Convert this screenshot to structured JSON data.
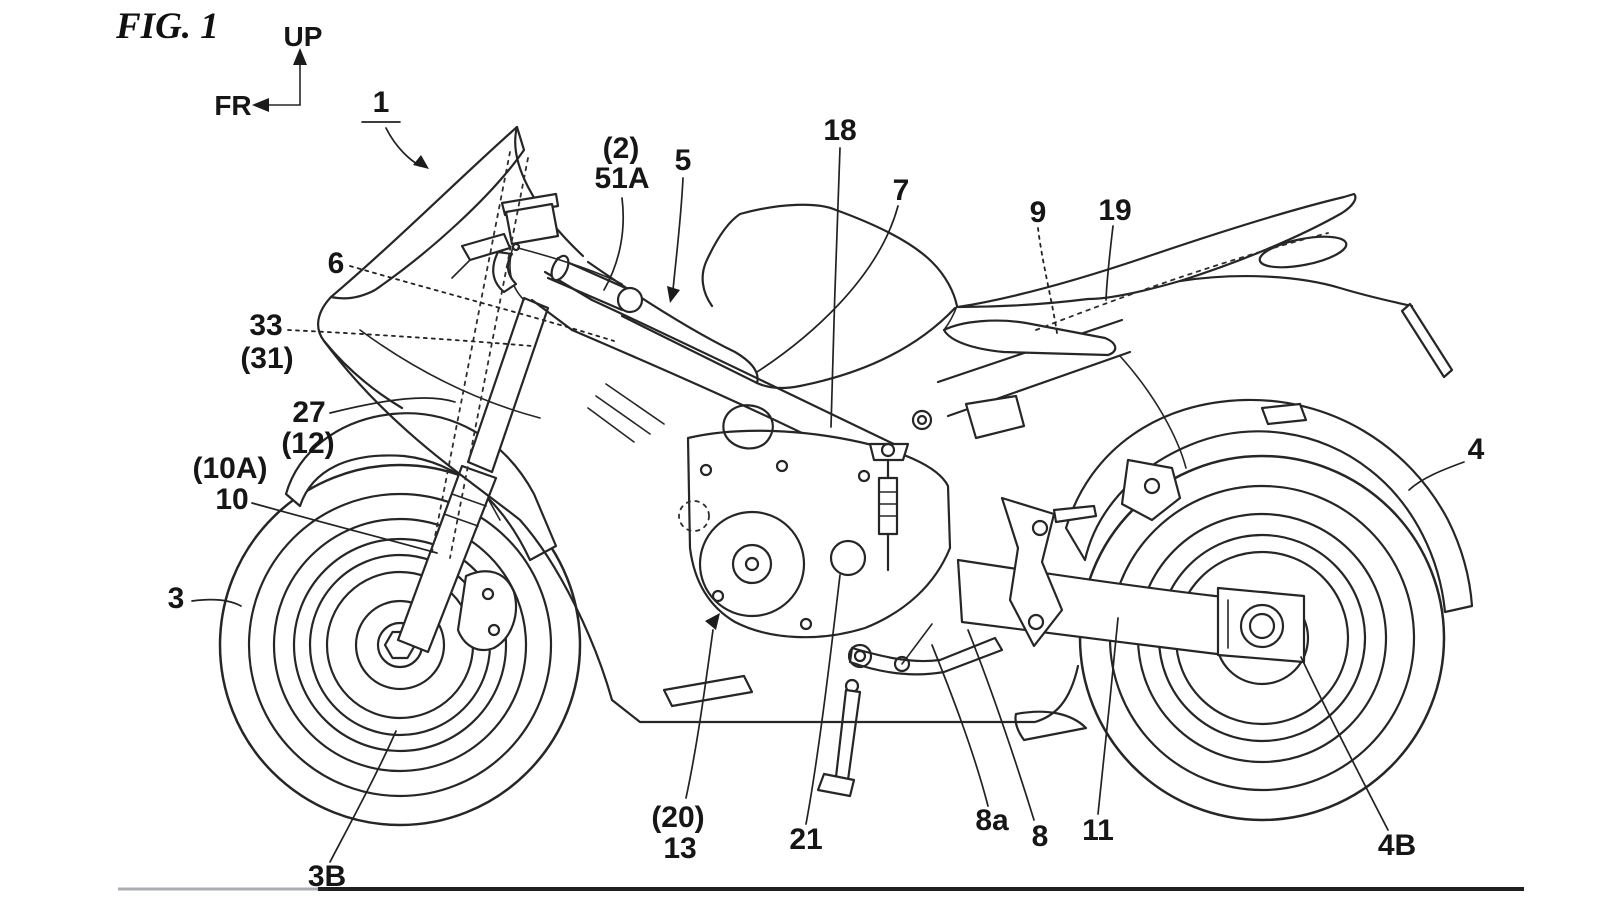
{
  "figure": {
    "title": "FIG. 1",
    "kind": "patent line drawing",
    "subject": "sport motorcycle, left side view"
  },
  "orientation": {
    "up": "UP",
    "front": "FR"
  },
  "colors": {
    "background": "#ffffff",
    "line": "#262626",
    "ground_line_light": "#a9adb2",
    "ground_line_dark": "#1f1f1f"
  },
  "reference_numerals": {
    "r1": {
      "text": "1",
      "leader": "arrow"
    },
    "r2": {
      "text": "(2)",
      "leader": "solid"
    },
    "r51A": {
      "text": "51A",
      "leader": "solid"
    },
    "r5": {
      "text": "5",
      "leader": "arrow"
    },
    "r18": {
      "text": "18",
      "leader": "solid"
    },
    "r7": {
      "text": "7",
      "leader": "solid"
    },
    "r9": {
      "text": "9",
      "leader": "dotted"
    },
    "r19": {
      "text": "19",
      "leader": "solid"
    },
    "r6": {
      "text": "6",
      "leader": "dotted"
    },
    "r33": {
      "text": "33",
      "leader": "dotted"
    },
    "r31": {
      "text": "(31)",
      "leader": "dotted"
    },
    "r27": {
      "text": "27",
      "leader": "solid"
    },
    "r12": {
      "text": "(12)",
      "leader": "solid"
    },
    "r10A": {
      "text": "(10A)",
      "leader": "solid"
    },
    "r10": {
      "text": "10",
      "leader": "solid"
    },
    "r3": {
      "text": "3",
      "leader": "solid"
    },
    "r3B": {
      "text": "3B",
      "leader": "solid"
    },
    "r20": {
      "text": "(20)",
      "leader": "arrow"
    },
    "r13": {
      "text": "13",
      "leader": "arrow"
    },
    "r21": {
      "text": "21",
      "leader": "solid"
    },
    "r8a": {
      "text": "8a",
      "leader": "solid"
    },
    "r8": {
      "text": "8",
      "leader": "solid"
    },
    "r11": {
      "text": "11",
      "leader": "solid"
    },
    "r4": {
      "text": "4",
      "leader": "solid"
    },
    "r4B": {
      "text": "4B",
      "leader": "solid"
    }
  }
}
